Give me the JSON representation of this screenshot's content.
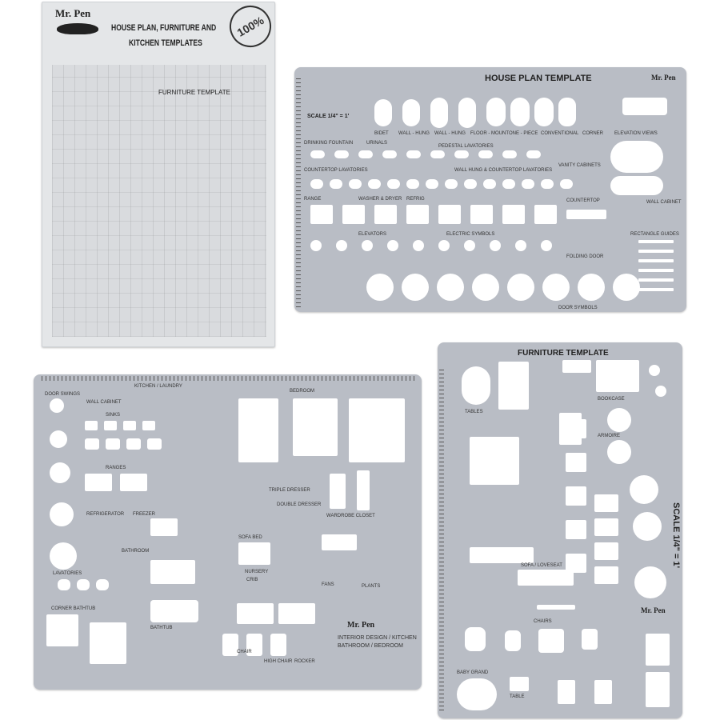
{
  "package": {
    "brand": "Mr. Pen",
    "title_line1": "HOUSE PLAN, FURNITURE AND",
    "title_line2": "KITCHEN TEMPLATES",
    "seal": "100%",
    "inner_label": "FURNITURE TEMPLATE"
  },
  "house_plan": {
    "title": "HOUSE PLAN TEMPLATE",
    "brand": "Mr. Pen",
    "scale": "SCALE 1/4\" = 1'",
    "labels": [
      "DRINKING FOUNTAIN",
      "URINALS",
      "BIDET",
      "WALL - HUNG",
      "WALL - HUNG",
      "FLOOR - MOUNT",
      "ONE - PIECE",
      "CONVENTIONAL",
      "CORNER",
      "ELEVATION VIEWS",
      "PEDESTAL LAVATORIES",
      "COUNTERTOP LAVATORIES",
      "WALL HUNG & COUNTERTOP LAVATORIES",
      "VANITY CABINETS",
      "COUNTERTOP",
      "WALL CABINET",
      "RANGE",
      "WASHER & DRYER",
      "REFRIG",
      "ELEVATORS",
      "ELECTRIC SYMBOLS",
      "FOLDING DOOR",
      "RECTANGLE GUIDES",
      "DOOR SYMBOLS"
    ]
  },
  "interior": {
    "brand": "Mr. Pen",
    "footer_line1": "INTERIOR DESIGN / KITCHEN",
    "footer_line2": "BATHROOM / BEDROOM",
    "labels": [
      "DOOR SWINGS",
      "KITCHEN / LAUNDRY",
      "BEDROOM",
      "WALL CABINET",
      "SINKS",
      "RANGES",
      "REFRIGERATOR",
      "FREEZER",
      "BATHROOM",
      "LAVATORIES",
      "CORNER BATHTUB",
      "BATHTUB",
      "NURSERY",
      "CRIB",
      "CHAIR",
      "HIGH CHAIR",
      "ROCKER",
      "FANS",
      "PLANTS",
      "DOUBLE DRESSER",
      "TRIPLE DRESSER",
      "WARDROBE CLOSET",
      "SOFA BED"
    ]
  },
  "furniture": {
    "title": "FURNITURE TEMPLATE",
    "brand": "Mr. Pen",
    "scale": "SCALE 1/4\" = 1'",
    "labels": [
      "TABLES",
      "BOOKCASE",
      "ARMOIRE",
      "SOFA / LOVESEAT",
      "CHAIRS",
      "BABY GRAND",
      "TABLE"
    ]
  },
  "colors": {
    "template": "#b9bdc5",
    "package": "#e4e6e8",
    "cutout": "#ffffff"
  }
}
